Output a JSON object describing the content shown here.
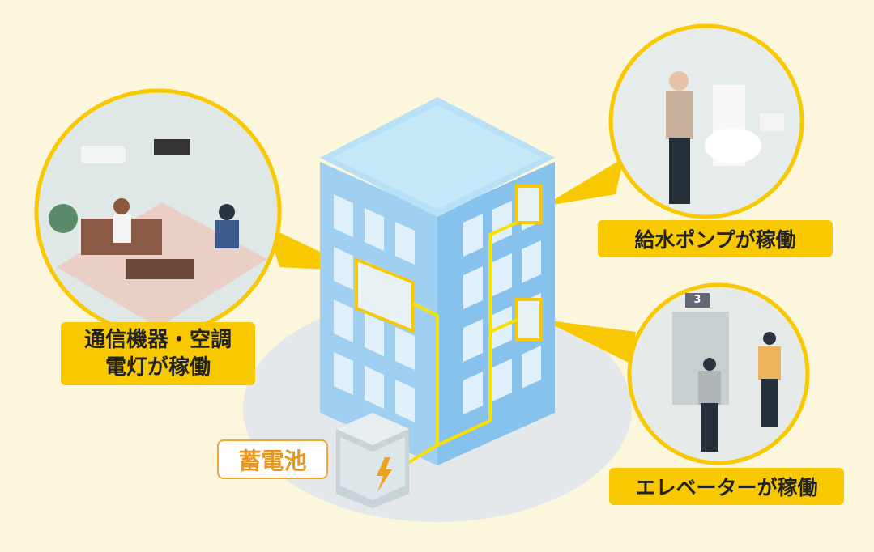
{
  "labels": {
    "room_line1": "通信機器・空調",
    "room_line2": "電灯が稼働",
    "pump": "給水ポンプが稼働",
    "elevator": "エレベーターが稼働",
    "battery": "蓄電池"
  },
  "elevator_floor": "3",
  "colors": {
    "background": "#fcf6dc",
    "accent_yellow": "#f8c800",
    "building_blue": "#8fc8ee",
    "battery_orange": "#e8961e"
  }
}
